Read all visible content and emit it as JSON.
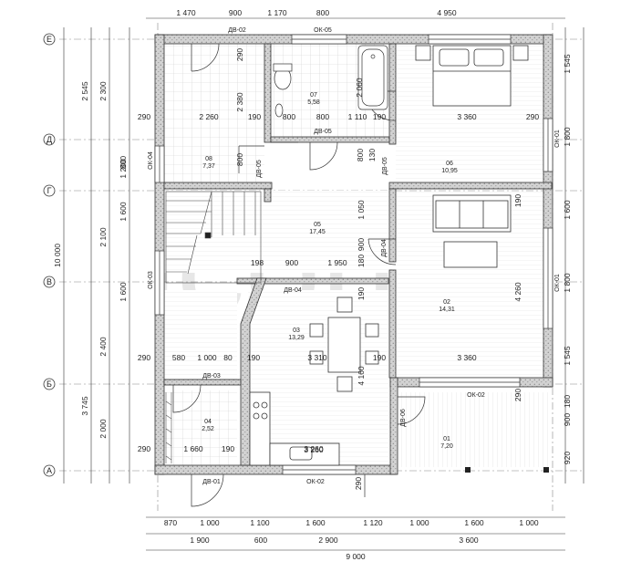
{
  "watermark": "icon",
  "axes": {
    "rows": [
      "Е",
      "Д",
      "Г",
      "В",
      "Б",
      "А"
    ]
  },
  "dims_top": [
    "1 470",
    "900",
    "1 170",
    "800",
    "4 950"
  ],
  "dims_bottom_1": [
    "870",
    "1 000",
    "1 100",
    "1 600",
    "1 120",
    "1 000",
    "1 600",
    "1 000"
  ],
  "dims_bottom_2": [
    "1 900",
    "600",
    "2 900",
    "3 600"
  ],
  "dims_bottom_3": [
    "9 000"
  ],
  "dims_left_outer": [
    "10 000"
  ],
  "dims_left_2": [
    "2 545",
    "3 745"
  ],
  "dims_left_3": [
    "2 300",
    "2 100",
    "2 400",
    "2 000"
  ],
  "dims_left_4": [
    "800",
    "1 200",
    "1 600",
    "1 600"
  ],
  "dims_right": [
    "1 545",
    "1 800",
    "1 600",
    "1 800",
    "1 545",
    "900",
    "180",
    "920"
  ],
  "rooms": [
    {
      "num": "01",
      "area": "7,20"
    },
    {
      "num": "02",
      "area": "14,31"
    },
    {
      "num": "03",
      "area": "13,29"
    },
    {
      "num": "04",
      "area": "2,52"
    },
    {
      "num": "05",
      "area": "17,45"
    },
    {
      "num": "06",
      "area": "10,95"
    },
    {
      "num": "07",
      "area": "5,58"
    },
    {
      "num": "08",
      "area": "7,37"
    }
  ],
  "openings": [
    "ДВ-02",
    "ОК-05",
    "ДВ-05",
    "ДВ-05",
    "ДВ-05",
    "ДВ-04",
    "ДВ-04",
    "ДВ-03",
    "ДВ-01",
    "ДВ-06",
    "ОК-02",
    "ОК-02",
    "ОК-01",
    "ОК-01",
    "ОК-04",
    "ОК-03"
  ],
  "inner_dims": [
    "290",
    "2 260",
    "190",
    "800",
    "800",
    "1 110",
    "190",
    "3 360",
    "290",
    "2 380",
    "290",
    "2 060",
    "3 260",
    "130",
    "800",
    "800",
    "190",
    "1 050",
    "900",
    "198",
    "900",
    "1 950",
    "180",
    "190",
    "580",
    "1 000",
    "80",
    "190",
    "3 310",
    "190",
    "3 360",
    "4 160",
    "4 260",
    "290",
    "1 660",
    "190",
    "3 260",
    "290",
    "290",
    "290"
  ]
}
